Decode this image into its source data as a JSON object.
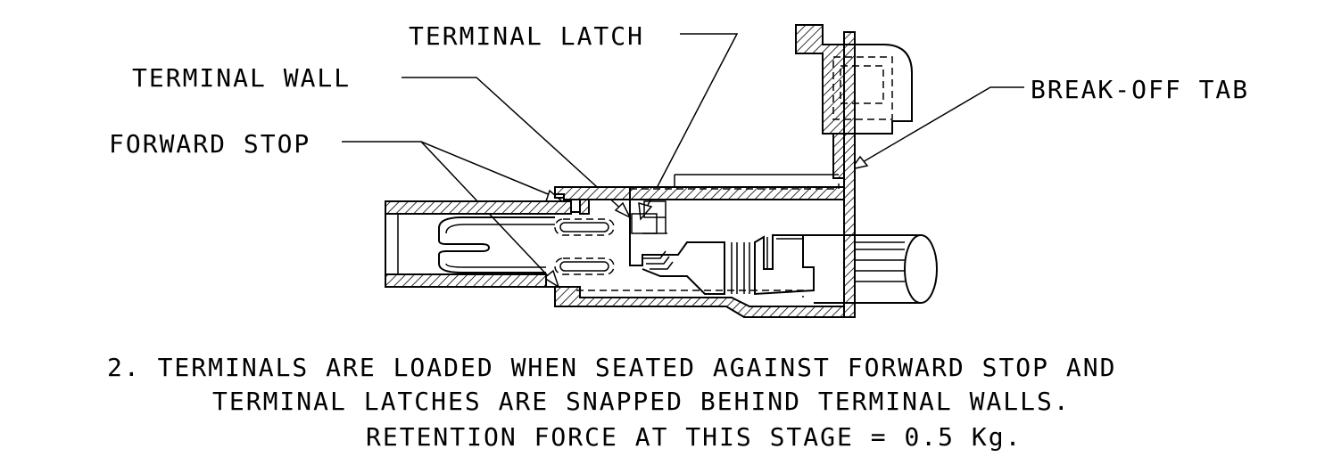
{
  "labels": {
    "terminal_latch": "TERMINAL LATCH",
    "terminal_wall": "TERMINAL WALL",
    "forward_stop": "FORWARD STOP",
    "break_off_tab": "BREAK-OFF TAB"
  },
  "note": {
    "line1": "2. TERMINALS ARE LOADED WHEN SEATED AGAINST FORWARD STOP AND",
    "line2": "TERMINAL LATCHES ARE SNAPPED BEHIND TERMINAL WALLS.",
    "line3": "RETENTION FORCE AT THIS STAGE = 0.5 Kg."
  }
}
